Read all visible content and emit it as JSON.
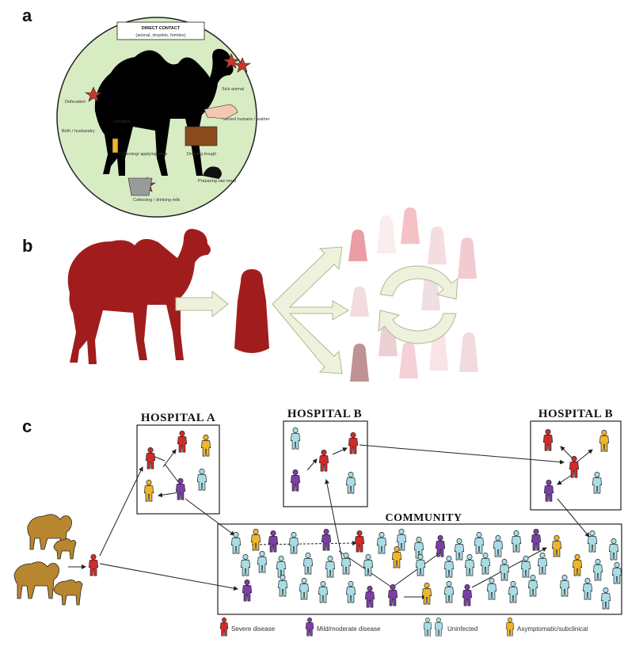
{
  "panels": {
    "a": {
      "letter": "a",
      "box_title": "DIRECT CONTACT",
      "box_subtitle": "(animal, droplets, fomites)",
      "labels": {
        "defecation": "Defecation",
        "birth": "Birth / husbandry",
        "urination": "Urination",
        "collecting_urine": "Collecting/ applying urine",
        "collecting_milk": "Collecting / drinking milk",
        "nose": "Sick animal",
        "tanned": "Tanned humans / leather",
        "drinking_trough": "Drinking trough",
        "raw_meat": "Preparing raw meat"
      }
    },
    "b": {
      "letter": "b"
    },
    "c": {
      "letter": "c",
      "hospital_a": "HOSPITAL A",
      "hospital_b": "HOSPITAL B",
      "hospital_b2": "HOSPITAL B",
      "community": "COMMUNITY",
      "legend": {
        "severe": "Severe disease",
        "mild": "Mild/moderate disease",
        "uninfected": "Uninfected",
        "asymptomatic": "Asymptomatic/subclinical"
      }
    }
  },
  "colors": {
    "severe": "#d42a2a",
    "mild": "#7b3fa6",
    "uninfected": "#a8dde6",
    "asymptomatic": "#f0b62a",
    "camel_dark": "#a11d1d",
    "camel_tan": "#b8862e",
    "circle_fill": "#d8ecc4"
  }
}
